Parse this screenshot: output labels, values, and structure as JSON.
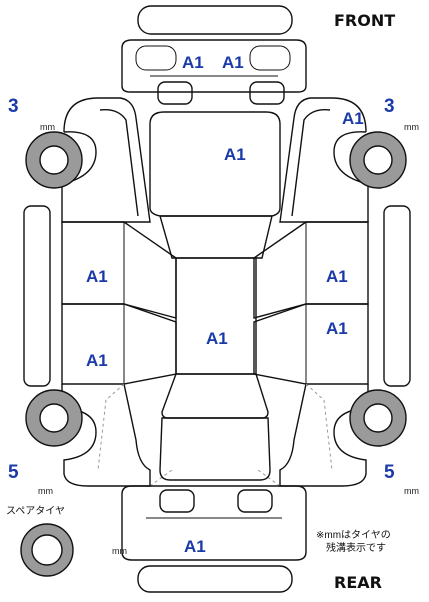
{
  "labels": {
    "front": "FRONT",
    "rear": "REAR",
    "spare_tire": "スペアタイヤ",
    "note_line1": "※mmはタイヤの",
    "note_line2": "残溝表示です",
    "mm": "mm"
  },
  "tire_depths": {
    "front_left": "3",
    "front_right": "3",
    "rear_left": "5",
    "rear_right": "5"
  },
  "panels": {
    "front_bumper_left": "A1",
    "front_bumper_right": "A1",
    "hood_right_tag": "A1",
    "hood": "A1",
    "left_front_door": "A1",
    "left_rear_door": "A1",
    "right_front_door": "A1",
    "right_rear_door": "A1",
    "roof": "A1",
    "trunk": "A1"
  }
}
